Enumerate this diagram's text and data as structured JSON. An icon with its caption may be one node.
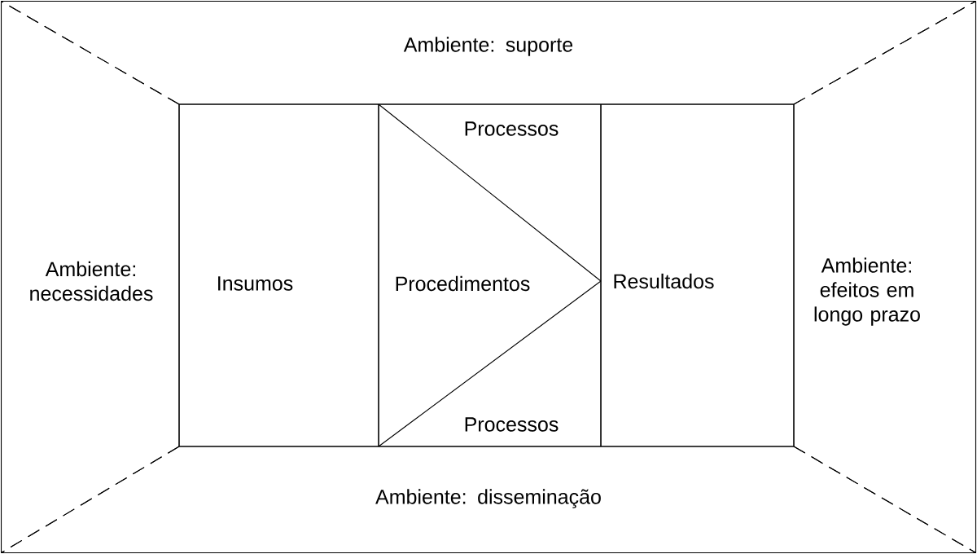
{
  "diagram": {
    "nodes": [
      {
        "text": [
          "Ambiente: suporte"
        ]
      },
      {
        "text": [
          "Ambiente: necessidades"
        ]
      },
      {
        "text": [
          "Insumos"
        ]
      },
      {
        "text": [
          "Processos",
          "Processos"
        ]
      },
      {
        "text": [
          "Procedimentos"
        ],
        "in": 3
      },
      {
        "text": [
          "Resultados"
        ]
      },
      {
        "text": [
          "Ambiente: efeitos em longo prazo"
        ]
      },
      {
        "text": [
          "Ambiente: disseminação"
        ]
      }
    ]
  }
}
